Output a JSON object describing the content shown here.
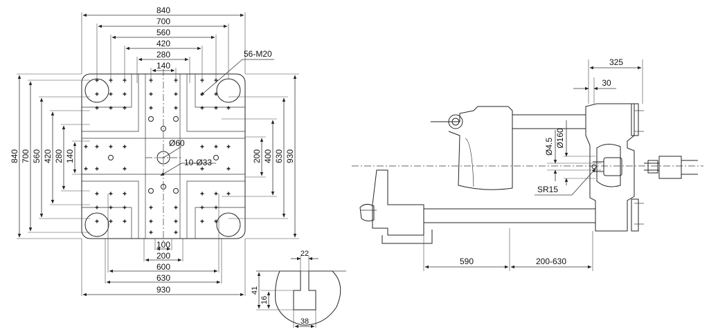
{
  "platen_dims": {
    "horizontal_top": [
      "840",
      "700",
      "560",
      "420",
      "280",
      "140"
    ],
    "vertical_left": [
      "840",
      "700",
      "560",
      "420",
      "280",
      "140"
    ],
    "vertical_right": [
      "200",
      "400",
      "630",
      "930"
    ],
    "horizontal_bottom": [
      "100",
      "200",
      "600",
      "630",
      "930"
    ],
    "thread_label": "56-M20",
    "center_hole": "Ø60",
    "holes_label": "10-Ø33"
  },
  "tslot_dims": {
    "top": "22",
    "bottom": "38",
    "depth_total": "41",
    "depth_head": "16"
  },
  "side_view_dims": {
    "offset_top": "325",
    "offset_small": "30",
    "dia_small": "Ø4.5",
    "dia_large": "Ø160",
    "radius": "SR15",
    "length_a": "590",
    "length_b": "200-630"
  }
}
